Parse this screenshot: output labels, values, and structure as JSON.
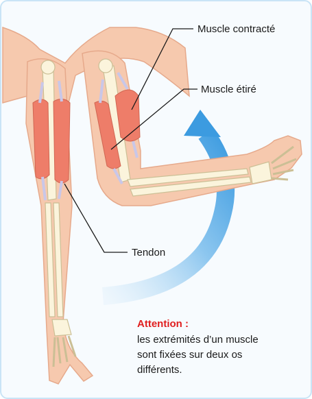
{
  "labels": {
    "muscle_contracte": "Muscle contracté",
    "muscle_etire": "Muscle étiré",
    "tendon": "Tendon"
  },
  "attention": {
    "title": "Attention :",
    "lines": [
      "les extrémités d’un muscle",
      "sont fixées sur deux os",
      "différents."
    ]
  },
  "colors": {
    "frame": "#c9e4f6",
    "background": "#f7fbfe",
    "skin": "#f6c9ae",
    "skin_outline": "#e6a98b",
    "bone": "#fbf4dc",
    "bone_outline": "#cbbf95",
    "muscle": "#ee7d69",
    "arrow": "#4aa3e2",
    "attention": "#e01e1e"
  }
}
